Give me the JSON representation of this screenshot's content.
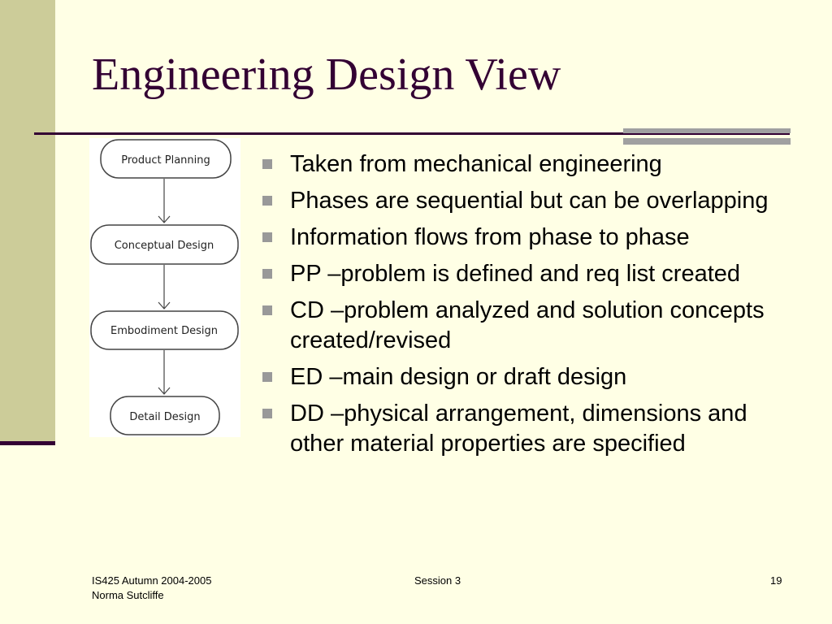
{
  "slide": {
    "title": "Engineering Design View"
  },
  "diagram": {
    "steps": [
      "Product Planning",
      "Conceptual Design",
      "Embodiment Design",
      "Detail Design"
    ]
  },
  "bullets": [
    "Taken from mechanical engineering",
    "Phases are sequential but can be overlapping",
    "Information flows from phase to phase",
    "PP –problem is defined and req list created",
    "CD –problem analyzed and solution concepts created/revised",
    "ED –main design or draft design",
    "DD –physical arrangement, dimensions and other material properties are specified"
  ],
  "footer": {
    "course": "IS425 Autumn 2004-2005",
    "author": "Norma Sutcliffe",
    "session": "Session 3",
    "page_number": "19"
  },
  "colors": {
    "background": "#ffffe5",
    "side_bar": "#cccc99",
    "title_text": "#330033",
    "rule": "#330033",
    "accent_bars": "#a0a0a0",
    "bullet_marker": "#999999"
  }
}
